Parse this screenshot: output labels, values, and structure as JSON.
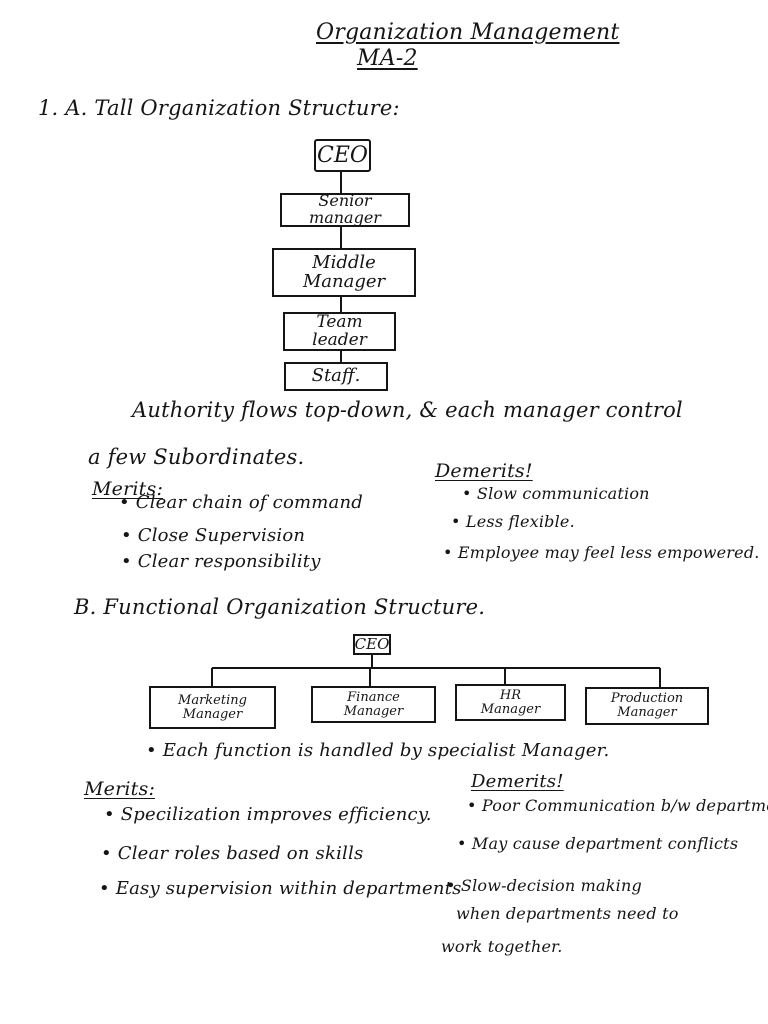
{
  "header": {
    "title": "Organization Management",
    "subtitle": "MA-2"
  },
  "section_a": {
    "heading": "1. A. Tall Organization Structure:",
    "chart": {
      "ceo": "CEO",
      "senior_manager": [
        "Senior",
        "manager"
      ],
      "middle_manager": [
        "Middle",
        "Manager"
      ],
      "team_leader": [
        "Team",
        "leader"
      ],
      "staff": "Staff."
    },
    "description_line1": "Authority flows top-down, & each manager control",
    "description_line2": "a few Subordinates.",
    "merits_heading": "Merits:",
    "merits": [
      "• Clear chain of command",
      "• Close Supervision",
      "• Clear responsibility"
    ],
    "demerits_heading": "Demerits!",
    "demerits": [
      "• Slow communication",
      "• Less flexible.",
      "• Employee may feel less empowered."
    ]
  },
  "section_b": {
    "heading": "B. Functional Organization Structure.",
    "chart": {
      "ceo": "CEO",
      "departments": [
        [
          "Marketing",
          "Manager"
        ],
        [
          "Finance",
          "Manager"
        ],
        [
          "HR",
          "Manager"
        ],
        [
          "Production",
          "Manager"
        ]
      ]
    },
    "description": "• Each function is handled by specialist Manager.",
    "merits_heading": "Merits:",
    "merits": [
      "• Specilization improves efficiency.",
      "• Clear roles based on skills",
      "• Easy supervision within departments"
    ],
    "demerits_heading": "Demerits!",
    "demerits": [
      "• Poor Communication b/w departments",
      "• May cause department conflicts",
      "• Slow-decision making",
      "when departments need to",
      "work together."
    ]
  }
}
